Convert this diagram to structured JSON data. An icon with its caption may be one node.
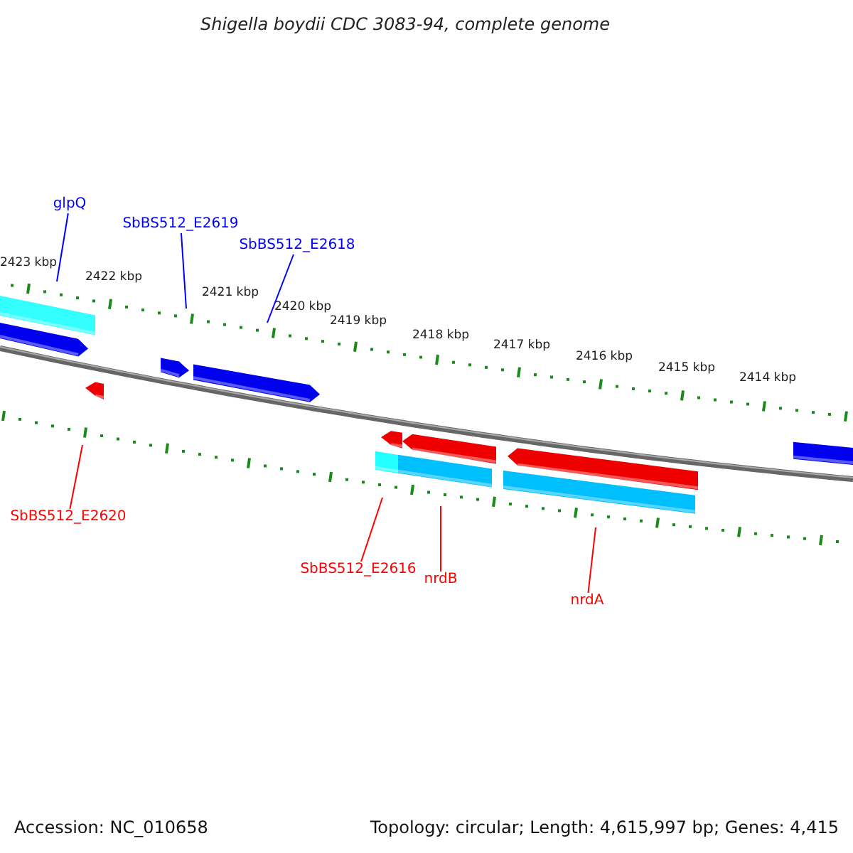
{
  "diagram": {
    "title": "Shigella boydii CDC 3083-94, complete genome",
    "nodes": [
      {
        "text": [
          "glpQ"
        ]
      },
      {
        "text": [
          "SbBS512_E2619"
        ]
      },
      {
        "text": [
          "SbBS512_E2618"
        ]
      },
      {
        "text": [
          "SbBS512_E2620"
        ]
      },
      {
        "text": [
          "SbBS512_E2616"
        ]
      },
      {
        "text": [
          "nrdB"
        ]
      },
      {
        "text": [
          "nrdA"
        ]
      }
    ],
    "edges": [
      {
        "from": 0,
        "to": null,
        "arrow": "none",
        "color": "#0000ff"
      },
      {
        "from": 1,
        "to": null,
        "arrow": "none",
        "color": "#0000ff"
      },
      {
        "from": 2,
        "to": null,
        "arrow": "none",
        "color": "#0000ff"
      },
      {
        "from": 3,
        "to": null,
        "arrow": "none"
      },
      {
        "from": 4,
        "to": null,
        "arrow": "none"
      },
      {
        "from": 5,
        "to": null,
        "arrow": "none"
      },
      {
        "from": 6,
        "to": null,
        "arrow": "none"
      }
    ],
    "labels": [
      "2423 kbp",
      "2422 kbp",
      "2421 kbp",
      "2420 kbp",
      "2419 kbp",
      "2418 kbp",
      "2417 kbp",
      "2416 kbp",
      "2415 kbp",
      "2414 kbp",
      "Accession: NC_010658",
      "Topology: circular; Length: 4,615,997 bp; Genes: 4,415"
    ]
  }
}
